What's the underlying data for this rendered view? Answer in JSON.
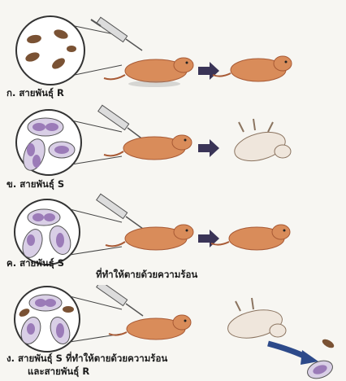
{
  "experiments": [
    {
      "id": "a",
      "label": "ก. สายพันธุ์ R",
      "label2": "",
      "bacteria": "R",
      "outcome": "alive"
    },
    {
      "id": "b",
      "label": "ข. สายพันธุ์ S",
      "label2": "",
      "bacteria": "S",
      "outcome": "dead"
    },
    {
      "id": "c",
      "label": "ค. สายพันธุ์ S",
      "label2": "ที่ทำให้ตายด้วยความร้อน",
      "bacteria": "S-heat-killed",
      "outcome": "alive"
    },
    {
      "id": "d",
      "label": "ง. สายพันธุ์ S ที่ทำให้ตายด้วยความร้อน",
      "label2": "และสายพันธุ์ R",
      "bacteria": "S-heat-killed+R",
      "outcome": "dead"
    }
  ],
  "colors": {
    "background": "#f7f6f2",
    "mouse": "#d98c5a",
    "mouse_dark": "#a85a35",
    "dead_mouse": "#efe6dc",
    "arrow": "#3a3457",
    "r_cell": "#7a5234",
    "s_cell": "#9b7bb8",
    "s_capsule": "#d9cfe6"
  },
  "icons": [
    "syringe-icon",
    "mouse-icon",
    "arrow-right-icon",
    "magnifier-circle-icon",
    "bacteria-icon",
    "curved-arrow-icon"
  ]
}
